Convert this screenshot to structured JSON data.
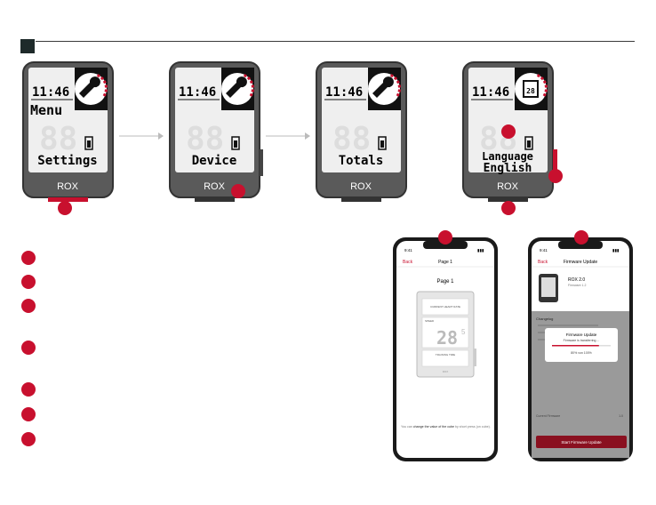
{
  "devices": [
    {
      "time": "11:46",
      "line1": "Menu",
      "line2": "Settings",
      "line3": "",
      "brand": "ROX",
      "icon": "wrench-icon"
    },
    {
      "time": "11:46",
      "line1": "",
      "line2": "Device",
      "line3": "",
      "brand": "ROX",
      "icon": "wrench-icon"
    },
    {
      "time": "11:46",
      "line1": "",
      "line2": "Totals",
      "line3": "",
      "brand": "ROX",
      "icon": "wrench-icon"
    },
    {
      "time": "11:46",
      "line1": "",
      "line2": "Language",
      "line3": "English",
      "brand": "ROX",
      "icon": "calendar-icon"
    }
  ],
  "phone1": {
    "status_time": "9:41",
    "back": "Back",
    "nav_title": "Page 1",
    "page_heading": "Page 1",
    "card_label1": "CURRENT HEART RATE",
    "card_label2": "SPEED",
    "card_value": "28",
    "card_sup": "5",
    "card_label3": "TRAINING TIME",
    "card_brand": "ROX",
    "footer_pre": "You can ",
    "footer_bold": "change the value of the cube",
    "footer_post": " by short press (on cube)."
  },
  "phone2": {
    "status_time": "9:41",
    "back": "Back",
    "nav_title": "Firmware Update",
    "device_name": "ROX 2.0",
    "firmware": "Firmware 1.2",
    "changelog": "Changelog",
    "dialog_title": "Firmware Update",
    "dialog_sub": "Firmware is transferring ...",
    "dialog_progress": "80% von 100%",
    "progress": 0.8,
    "current_fw_label": "Current Firmware",
    "current_fw_value": "1.0",
    "button": "Start Firmware Update"
  },
  "colors": {
    "accent": "#c8102e",
    "dark": "#1e2a2a",
    "device_body": "#5a5a5a",
    "lcd": "#efefef"
  }
}
